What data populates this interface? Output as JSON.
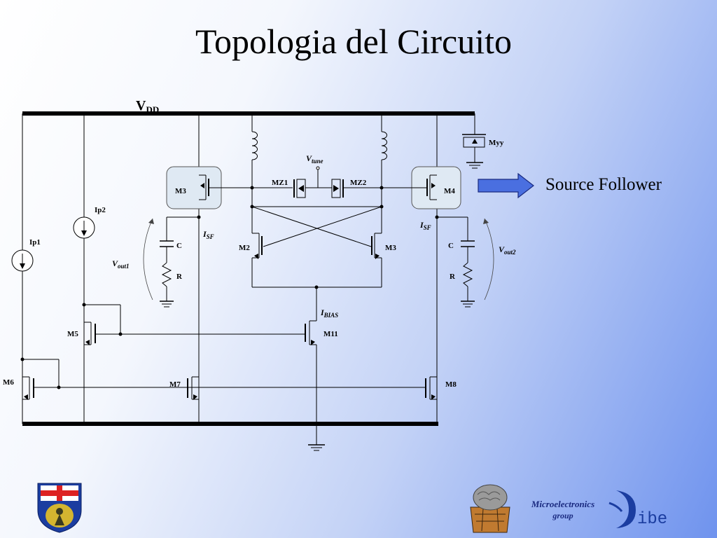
{
  "title": "Topologia del Circuito",
  "source_follower_label": "Source Follower",
  "circuit": {
    "vdd_main": "V",
    "vdd_sub": "DD",
    "ip1": "Ip1",
    "ip2": "Ip2",
    "m3_box": "M3",
    "m4_box": "M4",
    "mz1": "MZ1",
    "mz2": "MZ2",
    "vtune_main": "V",
    "vtune_sub": "tune",
    "myy": "Myy",
    "m2": "M2",
    "m3_core": "M3",
    "isf_left_main": "I",
    "isf_left_sub": "SF",
    "isf_right_main": "I",
    "isf_right_sub": "SF",
    "c_left": "C",
    "r_left": "R",
    "c_right": "C",
    "r_right": "R",
    "vout1_main": "V",
    "vout1_sub": "out1",
    "vout2_main": "V",
    "vout2_sub": "out2",
    "ibias_main": "I",
    "ibias_sub": "BIAS",
    "m5": "M5",
    "m11": "M11",
    "m6": "M6",
    "m7": "M7",
    "m8": "M8"
  },
  "logos": {
    "right_logo_text_1": "Microelectronics",
    "right_logo_text_2": "group",
    "dibe_text": "ibe"
  },
  "icons": [
    "university-crest-icon",
    "brain-chip-logo-icon",
    "dibe-logo-icon",
    "arrow-right-icon"
  ]
}
